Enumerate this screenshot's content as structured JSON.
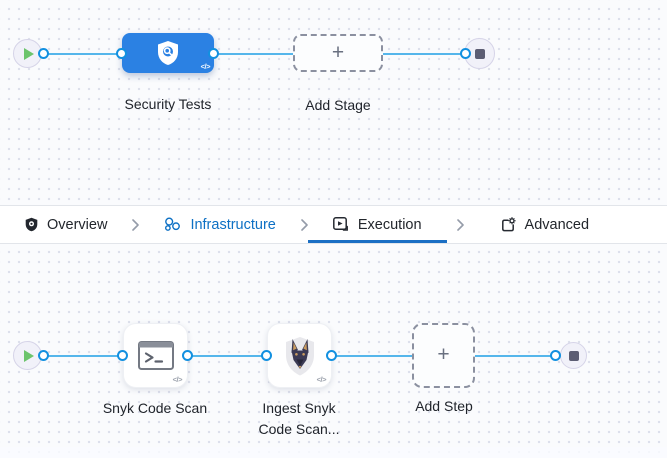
{
  "top_stage_graph": {
    "stage": {
      "label": "Security Tests",
      "code_badge": "</>"
    },
    "add_stage": {
      "label": "Add Stage",
      "plus": "+"
    }
  },
  "tab_bar": {
    "tabs": [
      {
        "label": "Overview",
        "icon": "shield-icon",
        "active": false
      },
      {
        "label": "Infrastructure",
        "icon": "infrastructure-icon",
        "active": false
      },
      {
        "label": "Execution",
        "icon": "execution-icon",
        "active": true
      },
      {
        "label": "Advanced",
        "icon": "advanced-gear-icon",
        "active": false
      }
    ]
  },
  "step_graph": {
    "steps": [
      {
        "label": "Snyk Code Scan",
        "icon": "terminal-icon",
        "code_badge": "</>"
      },
      {
        "label": "Ingest Snyk Code Scan...",
        "icon": "snyk-dog-icon",
        "code_badge": "</>"
      }
    ],
    "add_step": {
      "label": "Add Step",
      "plus": "+"
    }
  },
  "colors": {
    "stage_blue": "#2b81e3",
    "link_blue": "#0d70c4",
    "active_underline_blue": "#1b6fc4",
    "edge_blue": "#55b6eb",
    "port_blue": "#1290e0",
    "play_green": "#6cc46c",
    "stop_gray": "#5c5d73"
  }
}
